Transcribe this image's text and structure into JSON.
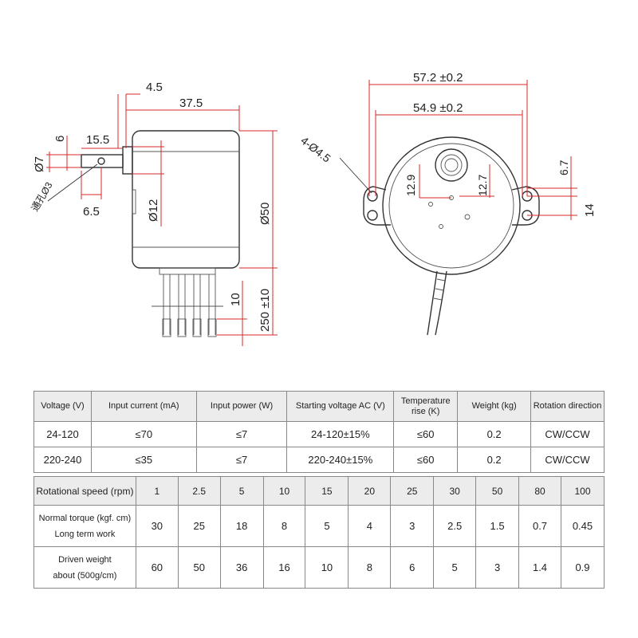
{
  "drawing": {
    "side_view": {
      "dim_4_5": "4.5",
      "dim_37_5": "37.5",
      "dim_6": "6",
      "dim_15_5": "15.5",
      "dim_phi7": "Ø7",
      "dim_phi3": "通孔Ø3",
      "dim_6_5": "6.5",
      "dim_phi12": "Ø12",
      "dim_phi50": "Ø50",
      "dim_10": "10",
      "dim_250": "250 ±10"
    },
    "front_view": {
      "dim_57_2": "57.2 ±0.2",
      "dim_54_9": "54.9 ±0.2",
      "dim_holes": "4-Ø4.5",
      "dim_12_9": "12.9",
      "dim_12_7": "12.7",
      "dim_6_7": "6.7",
      "dim_14": "14"
    }
  },
  "spec_table": {
    "headers": [
      "Voltage (V)",
      "Input current (mA)",
      "Input power (W)",
      "Starting voltage AC (V)",
      "Temperature rise (K)",
      "Weight (kg)",
      "Rotation direction"
    ],
    "rows": [
      [
        "24-120",
        "≤70",
        "≤7",
        "24-120±15%",
        "≤60",
        "0.2",
        "CW/CCW"
      ],
      [
        "220-240",
        "≤35",
        "≤7",
        "220-240±15%",
        "≤60",
        "0.2",
        "CW/CCW"
      ]
    ]
  },
  "speed_table": {
    "header_label": "Rotational speed (rpm)",
    "speeds": [
      "1",
      "2.5",
      "5",
      "10",
      "15",
      "20",
      "25",
      "30",
      "50",
      "80",
      "100"
    ],
    "torque_label_1": "Normal torque (kgf. cm)",
    "torque_label_2": "Long term work",
    "torque": [
      "30",
      "25",
      "18",
      "8",
      "5",
      "4",
      "3",
      "2.5",
      "1.5",
      "0.7",
      "0.45"
    ],
    "weight_label_1": "Driven weight",
    "weight_label_2": "about (500g/cm)",
    "weight": [
      "60",
      "50",
      "36",
      "16",
      "10",
      "8",
      "6",
      "5",
      "3",
      "1.4",
      "0.9"
    ]
  }
}
